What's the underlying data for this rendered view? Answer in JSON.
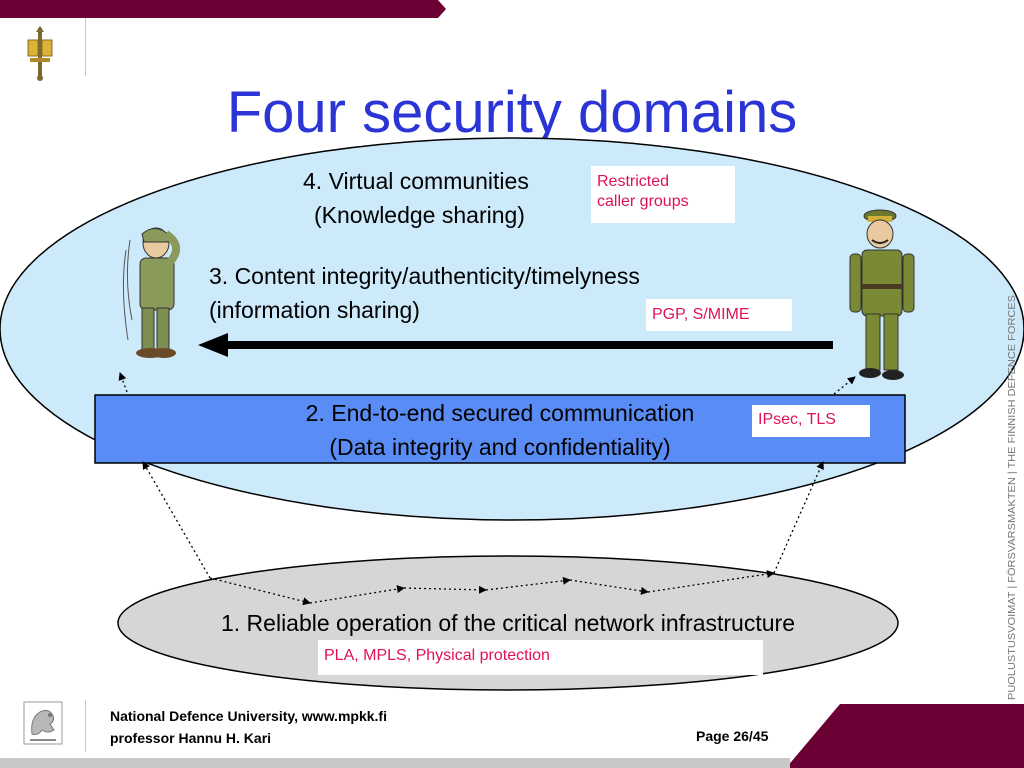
{
  "slide": {
    "title": "Four security domains",
    "accent_color": "#2b35d6",
    "brand_color": "#6b0035",
    "tag_text_color": "#e0105a"
  },
  "domains": {
    "domain4": {
      "line1": "4. Virtual communities",
      "line2": "(Knowledge sharing)",
      "tag_line1": "Restricted",
      "tag_line2": "caller groups"
    },
    "domain3": {
      "line1": "3. Content integrity/authenticity/timelyness",
      "line2": "(information sharing)",
      "tag": "PGP, S/MIME"
    },
    "domain2": {
      "line1": "2. End-to-end secured communication",
      "line2": "(Data integrity and confidentiality)",
      "tag": "IPsec, TLS"
    },
    "domain1": {
      "line1": "1. Reliable operation of the critical network infrastructure",
      "tag": "PLA, MPLS, Physical protection"
    }
  },
  "icons": {
    "logo_top": "sword-emblem-icon",
    "logo_bottom": "lion-crest-icon",
    "person_left": "saluting-soldier-icon",
    "person_right": "officer-icon",
    "arrow": "arrow-left-icon"
  },
  "sidebar": {
    "brand_line": "PUOLUSTUSVOIMAT | FÖRSVARSMAKTEN | THE FINNISH DEFENCE FORCES"
  },
  "footer": {
    "line1": "National Defence University, www.mpkk.fi",
    "line2": "professor Hannu H. Kari",
    "page": "Page 26/45"
  }
}
